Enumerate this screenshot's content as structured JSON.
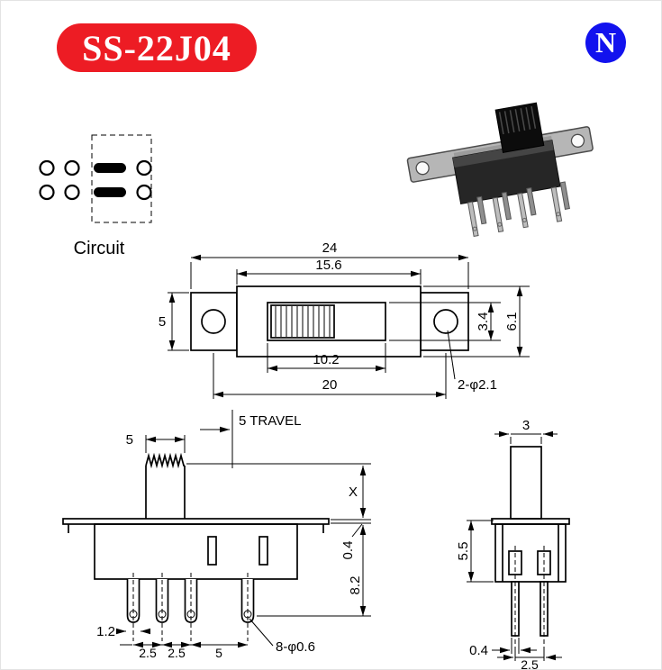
{
  "header": {
    "model_badge": "SS-22J04",
    "logo_letter": "N"
  },
  "colors": {
    "badge_bg": "#ed1c24",
    "logo_bg": "#1212ee",
    "line": "#000000"
  },
  "circuit": {
    "label": "Circuit"
  },
  "top_view": {
    "overall_length": "24",
    "body_length": "15.6",
    "ear_height": "5",
    "slot_height": "3.4",
    "body_height": "6.1",
    "knob_slot_length": "10.2",
    "hole_spacing": "20",
    "hole_callout": "2-φ2.1"
  },
  "front_view": {
    "knob_width": "5",
    "travel": "5 TRAVEL",
    "height_x": "X",
    "plate_thickness": "0.4",
    "pin_length": "8.2",
    "pin_width": "1.2",
    "pitch_a": "2.5",
    "pitch_b": "2.5",
    "pitch_c": "5",
    "hole_callout": "8-φ0.6"
  },
  "side_view": {
    "knob_depth": "3",
    "body_height": "5.5",
    "pin_thickness": "0.4",
    "row_pitch": "2.5"
  }
}
